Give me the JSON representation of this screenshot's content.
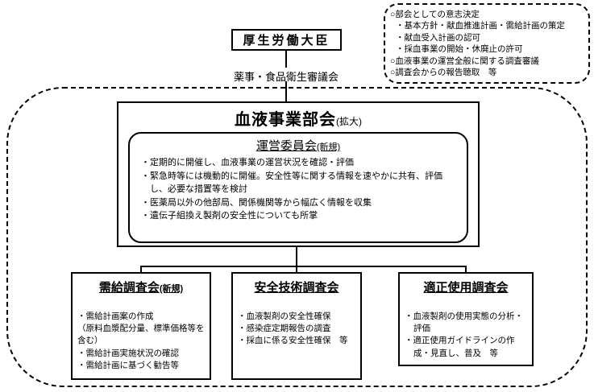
{
  "header": {
    "minister": "厚生労働大臣",
    "council": "薬事・食品衛生審議会"
  },
  "callout": {
    "lines": [
      "○部会としての意志決定",
      "・基本方針・献血推進計画・需給計画の策定",
      "・献血受入計画の認可",
      "・採血事業の開始・休廃止の許可",
      "○血液事業の運営全般に関する調査審議",
      "○調査会からの報告聴取　等"
    ]
  },
  "main_committee": {
    "title": "血液事業部会",
    "title_suffix": "(拡大)",
    "steering": {
      "title": "運営委員会",
      "title_suffix": "(新規)",
      "bullets": [
        "・定期的に開催し、血液事業の運営状況を確認・評価",
        "・緊急時等には機動的に開催。安全性等に関する情報を速やかに共有、評価し、必要な措置等を検討",
        "・医薬局以外の他部局、関係機関等から幅広く情報を収集",
        "・遺伝子組換え製剤の安全性についても所掌"
      ]
    }
  },
  "subcommittees": [
    {
      "title": "需給調査会",
      "title_suffix": "(新規)",
      "bullets": [
        "・需給計画案の作成",
        "（原料血漿配分量、標準価格等を含む）",
        "・需給計画実施状況の確認",
        "・需給計画に基づく勧告等"
      ]
    },
    {
      "title": "安全技術調査会",
      "title_suffix": "",
      "bullets": [
        "・血液製剤の安全性確保",
        "・感染症定期報告の調査",
        "・採血に係る安全性確保　等"
      ]
    },
    {
      "title": "適正使用調査会",
      "title_suffix": "",
      "bullets": [
        "・血液製剤の使用実態の分析・評価",
        "・適正使用ガイドラインの作成・見直し、普及　等"
      ]
    }
  ],
  "colors": {
    "line": "#000000",
    "background": "#ffffff"
  }
}
